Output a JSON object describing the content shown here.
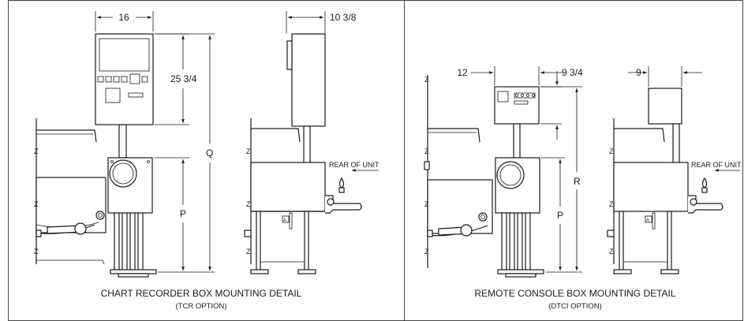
{
  "left_panel": {
    "dim_width": "16",
    "dim_depth": "10 3/8",
    "dim_height": "25 3/4",
    "dim_q": "Q",
    "dim_p": "P",
    "rear_label": "REAR OF UNIT",
    "caption_title": "CHART RECORDER BOX MOUNTING DETAIL",
    "caption_sub": "(TCR OPTION)"
  },
  "right_panel": {
    "dim_width": "12",
    "dim_height": "9 3/4",
    "dim_depth": "9",
    "dim_r": "R",
    "dim_p": "P",
    "rear_label": "REAR OF UNIT",
    "caption_title": "REMOTE CONSOLE BOX MOUNTING DETAIL",
    "caption_sub": "(DTCI OPTION)"
  },
  "break_mark": "Z"
}
